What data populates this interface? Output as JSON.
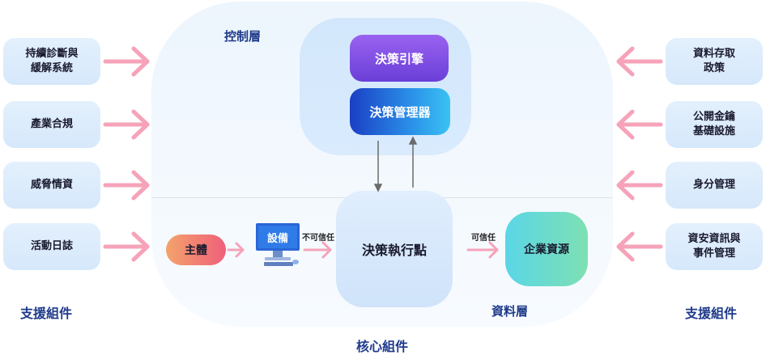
{
  "core": {
    "label": "核心組件",
    "control_plane_label": "控制層",
    "data_plane_label": "資料層",
    "policy_engine": "決策引擎",
    "policy_admin": "決策管理器",
    "pep": "決策執行點",
    "subject": "主體",
    "device": "設備",
    "untrusted_label": "不可信任",
    "trusted_label": "可信任",
    "enterprise_resource": "企業資源"
  },
  "left_support": {
    "label": "支援組件",
    "items": [
      "持續診斷與\n緩解系統",
      "產業合規",
      "威脅情資",
      "活動日誌"
    ]
  },
  "right_support": {
    "label": "支援組件",
    "items": [
      "資料存取\n政策",
      "公開金鑰\n基礎設施",
      "身分管理",
      "資安資訊與\n事件管理"
    ]
  },
  "colors": {
    "arrow_pink": "#f6a3b9",
    "title_blue": "#1e3a8a",
    "engine_purple": "#7a4de0",
    "admin_blue": "#1f5fd6"
  }
}
